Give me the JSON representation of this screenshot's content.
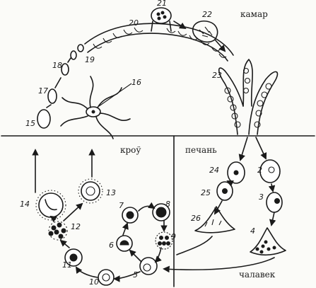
{
  "labels": {
    "mosquito": "камар",
    "blood": "кроў",
    "liver": "печань",
    "human": "чалавек"
  },
  "stage_numbers": [
    "2",
    "3",
    "4",
    "5",
    "6",
    "7",
    "8",
    "9",
    "10",
    "11",
    "12",
    "13",
    "14",
    "15",
    "16",
    "17",
    "18",
    "19",
    "20",
    "21",
    "22",
    "23",
    "24",
    "25",
    "26"
  ]
}
